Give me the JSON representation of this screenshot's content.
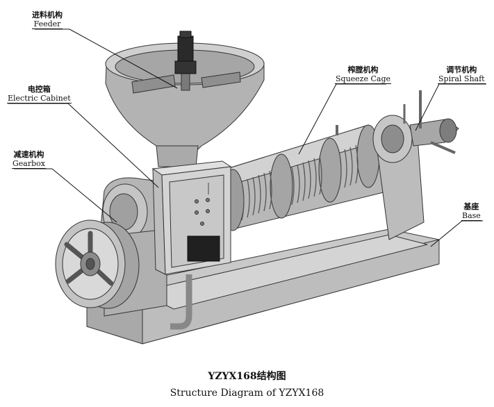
{
  "labels": {
    "feeder": {
      "cn": "进料机构",
      "en": "Feeder"
    },
    "electric": {
      "cn": "电控箱",
      "en": "Electric Cabinet"
    },
    "gearbox": {
      "cn": "减速机构",
      "en": "Gearbox"
    },
    "squeeze": {
      "cn": "榨膛机构",
      "en": "Squeeze Cage"
    },
    "spiral": {
      "cn": "调节机构",
      "en": "Spiral Shaft"
    },
    "base": {
      "cn": "基座",
      "en": "Base"
    }
  },
  "caption": {
    "line1": "YZYX168结构图",
    "line2": "Structure Diagram of  YZYX168"
  }
}
